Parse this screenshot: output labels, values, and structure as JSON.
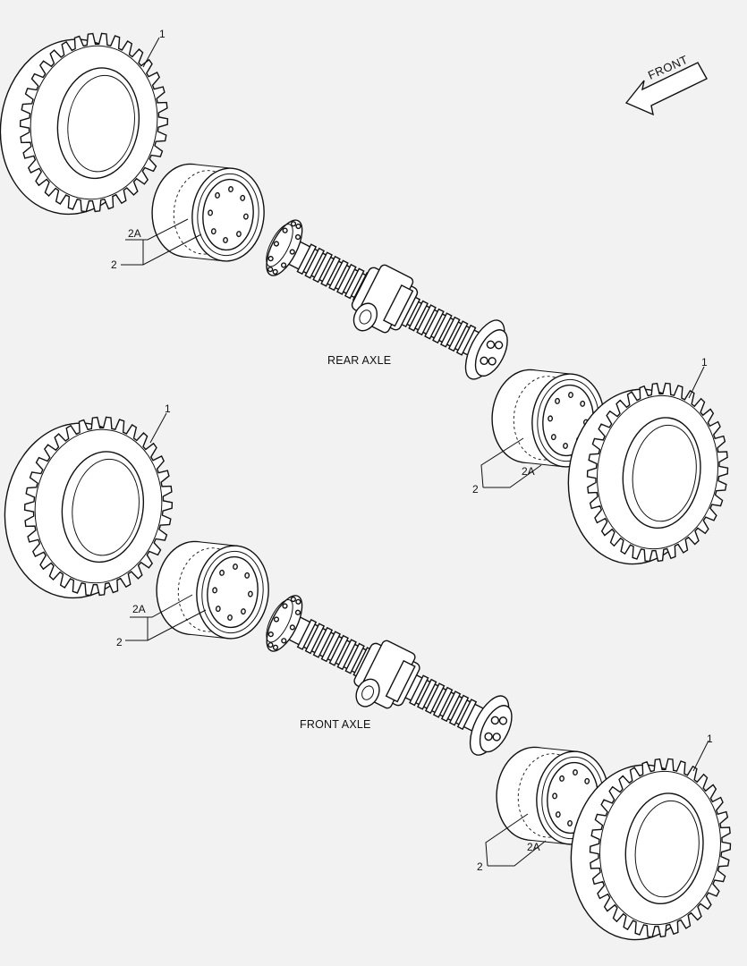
{
  "labels": {
    "tire_callout": "1",
    "wheel_assembly_callout": "2",
    "wheel_callout": "2A",
    "front": "FRONT",
    "rear_axle": "REAR AXLE",
    "front_axle": "FRONT AXLE"
  },
  "colors": {
    "background": "#f2f2f2",
    "line": "#111111",
    "fill": "#ffffff"
  },
  "icons": [
    "front-direction-arrow-icon"
  ]
}
